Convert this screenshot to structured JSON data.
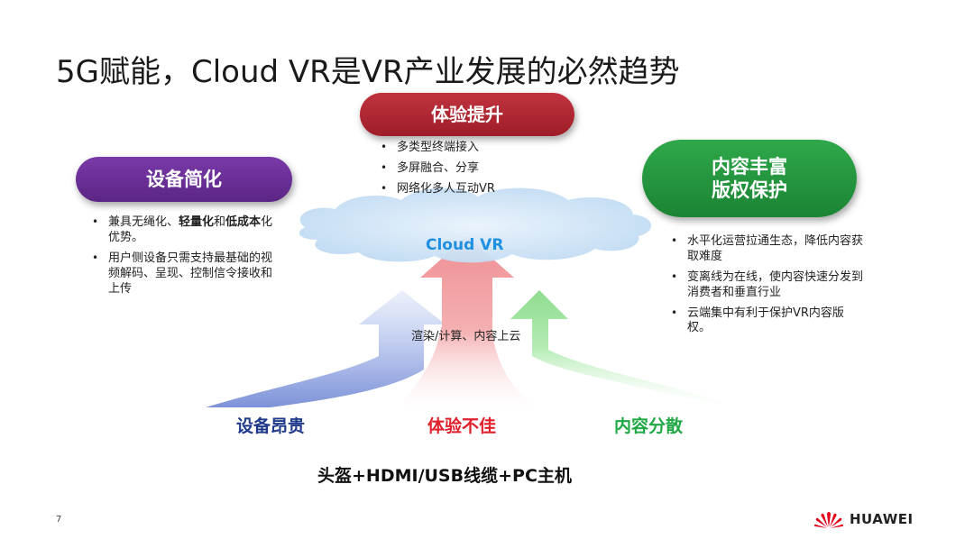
{
  "slide": {
    "title": "5G赋能，Cloud VR是VR产业发展的必然趋势",
    "page_number": "7"
  },
  "top_pill": {
    "label": "体验提升",
    "items": [
      "多类型终端接入",
      "多屏融合、分享",
      "网络化多人互动VR"
    ]
  },
  "left_pill": {
    "label": "设备简化",
    "items": [
      {
        "pre": "兼具无绳化、",
        "bold1": "轻量化",
        "mid": "和",
        "bold2": "低成本",
        "post": "化优势。"
      },
      {
        "text": "用户侧设备只需支持最基础的视频解码、呈现、控制信令接收和上传"
      }
    ]
  },
  "right_pill": {
    "line1": "内容丰富",
    "line2": "版权保护",
    "items": [
      "水平化运营拉通生态，降低内容获取难度",
      "变离线为在线，使内容快速分发到消费者和垂直行业",
      "云端集中有利于保护VR内容版权。"
    ]
  },
  "cloud": {
    "label": "Cloud VR"
  },
  "arrows": {
    "middle_label": "渲染/计算、内容上云"
  },
  "problems": [
    "设备昂贵",
    "体验不佳",
    "内容分散"
  ],
  "bottom_text": "头盔+HDMI/USB线缆+PC主机",
  "logo": {
    "text": "HUAWEI"
  },
  "colors": {
    "red": "#a8232e",
    "purple": "#6a2f99",
    "green": "#239a3f",
    "blue_arrow": "#8fa3dc",
    "red_arrow": "#f2a1a4",
    "green_arrow": "#9fdf9f",
    "cloud": "#cfe4f7"
  }
}
